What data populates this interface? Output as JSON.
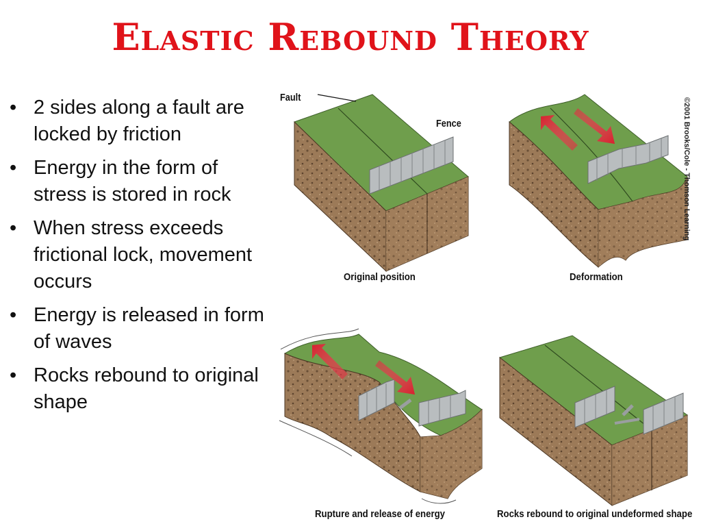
{
  "title": "Elastic Rebound Theory",
  "bullets": [
    "2 sides along a fault are locked by friction",
    "Energy in the form of stress is stored in rock",
    "When stress exceeds frictional lock, movement occurs",
    "Energy is released in form of  waves",
    "Rocks rebound to original shape"
  ],
  "bullet_glyph": "•",
  "diagram": {
    "labels": {
      "fault": "Fault",
      "fence": "Fence"
    },
    "captions": [
      "Original position",
      "Deformation",
      "Rupture and release of energy",
      "Rocks rebound to original undeformed shape"
    ],
    "copyright": "©2001 Brooks/Cole - Thomson Learning",
    "colors": {
      "grass": "#6f9e4c",
      "soil": "#9c7a58",
      "arrow": "#d8202f",
      "fence": "#b9bdbf"
    }
  }
}
